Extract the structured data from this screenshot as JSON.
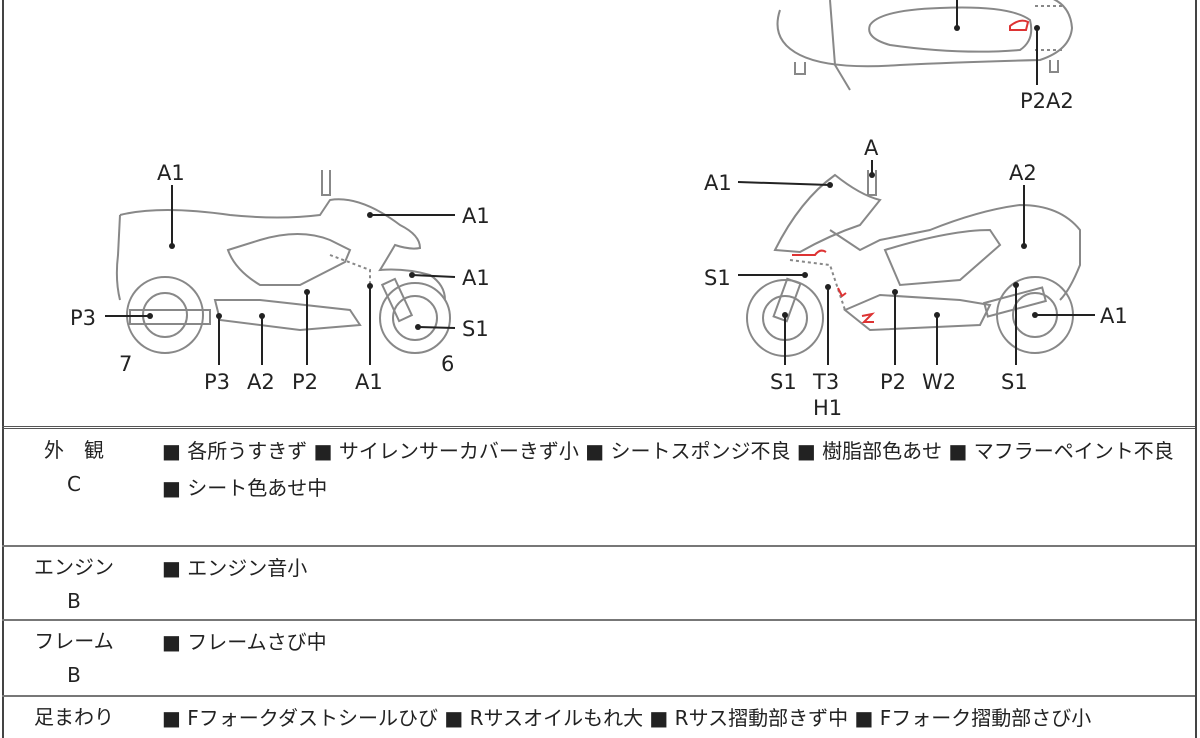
{
  "diagram": {
    "top_view_labels": [
      "P2A2"
    ],
    "left_side_labels": [
      "A1",
      "A1",
      "A1",
      "S1",
      "P3",
      "7",
      "P3",
      "A2",
      "P2",
      "A1",
      "6"
    ],
    "right_side_labels": [
      "A",
      "A1",
      "A2",
      "S1",
      "A1",
      "S1",
      "T3",
      "H1",
      "P2",
      "W2",
      "S1"
    ]
  },
  "sections": [
    {
      "category": "外　観",
      "grade": "C",
      "text": "■ 各所うすきず ■ サイレンサーカバーきず小 ■ シートスポンジ不良 ■ 樹脂部色あせ ■ マフラーペイント不良 ■ シート色あせ中"
    },
    {
      "category": "エンジン",
      "grade": "B",
      "text": "■ エンジン音小"
    },
    {
      "category": "フレーム",
      "grade": "B",
      "text": "■ フレームさび中"
    },
    {
      "category": "足まわり",
      "grade": "",
      "text": "■ Fフォークダストシールひび ■ Rサスオイルもれ大 ■ Rサス摺動部きず中 ■ Fフォーク摺動部さび小"
    }
  ]
}
